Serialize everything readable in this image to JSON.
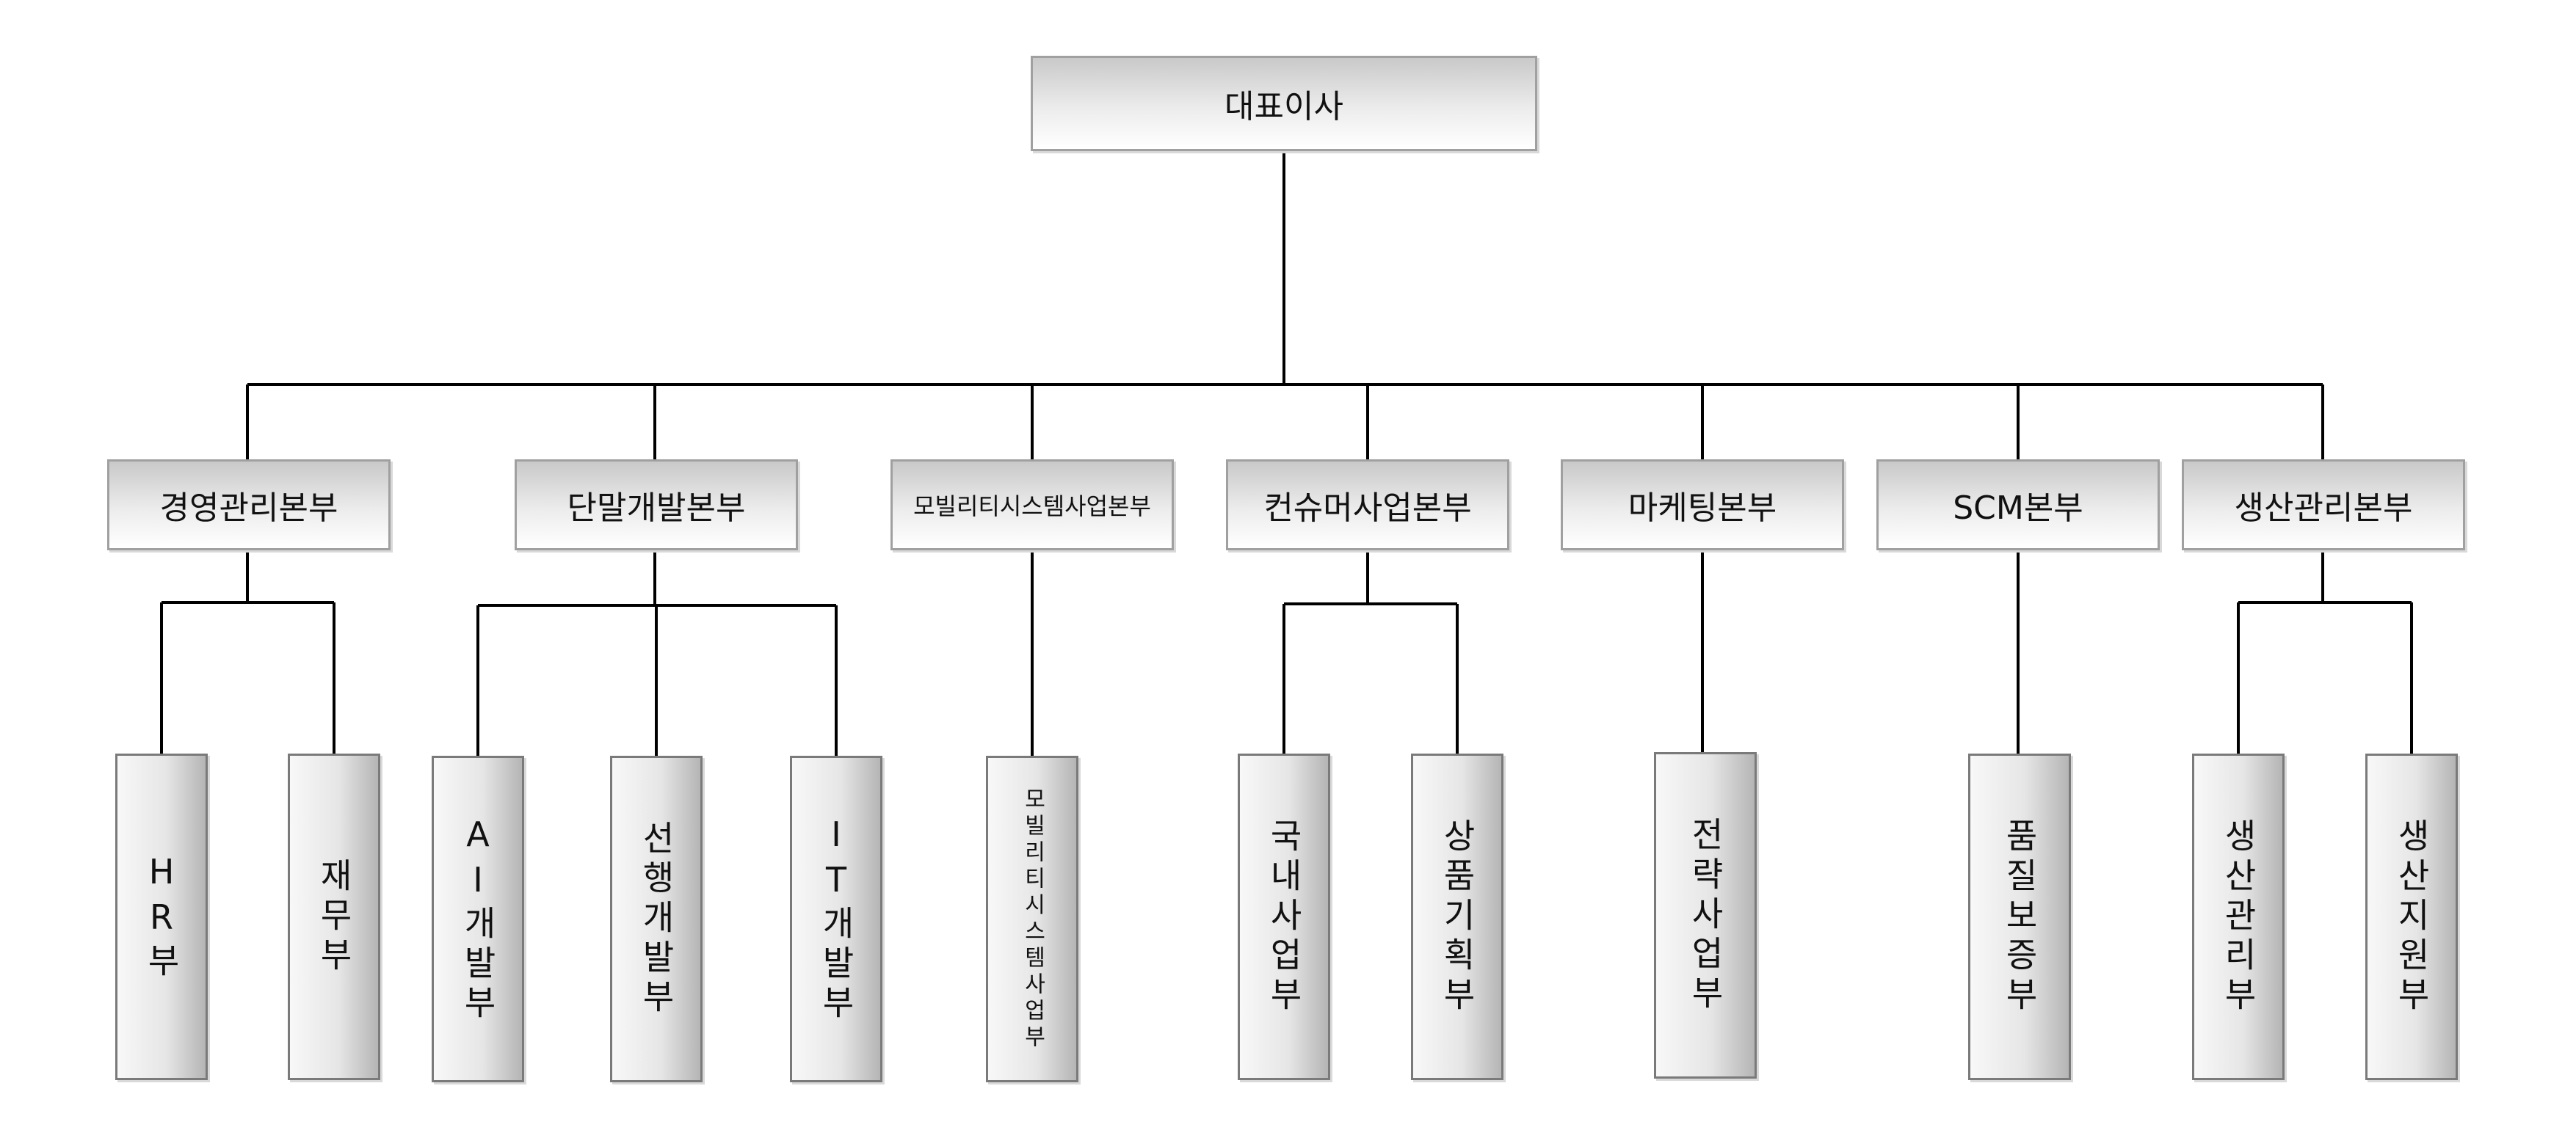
{
  "ceo": {
    "label": "대표이사"
  },
  "divisions": [
    {
      "label": "경영관리본부",
      "departments": [
        "HR부",
        "재무부"
      ]
    },
    {
      "label": "단말개발본부",
      "departments": [
        "AI개발부",
        "선행개발부",
        "IT개발부"
      ]
    },
    {
      "label": "모빌리티시스템사업본부",
      "departments": [
        "모빌리티시스템사업부"
      ]
    },
    {
      "label": "컨슈머사업본부",
      "departments": [
        "국내사업부",
        "상품기획부"
      ]
    },
    {
      "label": "마케팅본부",
      "departments": [
        "전략사업부"
      ]
    },
    {
      "label": "SCM본부",
      "departments": [
        "품질보증부"
      ]
    },
    {
      "label": "생산관리본부",
      "departments": [
        "생산관리부",
        "생산지원부"
      ]
    }
  ]
}
